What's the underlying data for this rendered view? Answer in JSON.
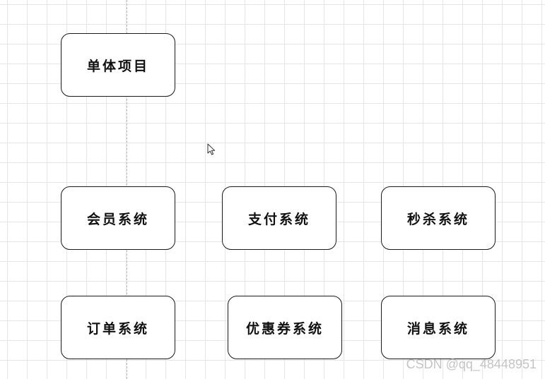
{
  "diagram": {
    "root": {
      "label": "单体项目"
    },
    "row1": [
      {
        "label": "会员系统"
      },
      {
        "label": "支付系统"
      },
      {
        "label": "秒杀系统"
      }
    ],
    "row2": [
      {
        "label": "订单系统"
      },
      {
        "label": "优惠券系统"
      },
      {
        "label": "消息系统"
      }
    ]
  },
  "watermark": {
    "text": "CSDN @qq_48448951"
  },
  "icons": {
    "pointer": "mouse-pointer-icon"
  },
  "colors": {
    "box_border": "#1a1a1a",
    "grid_line": "#e6e6e6",
    "watermark": "#c4c4c4"
  }
}
